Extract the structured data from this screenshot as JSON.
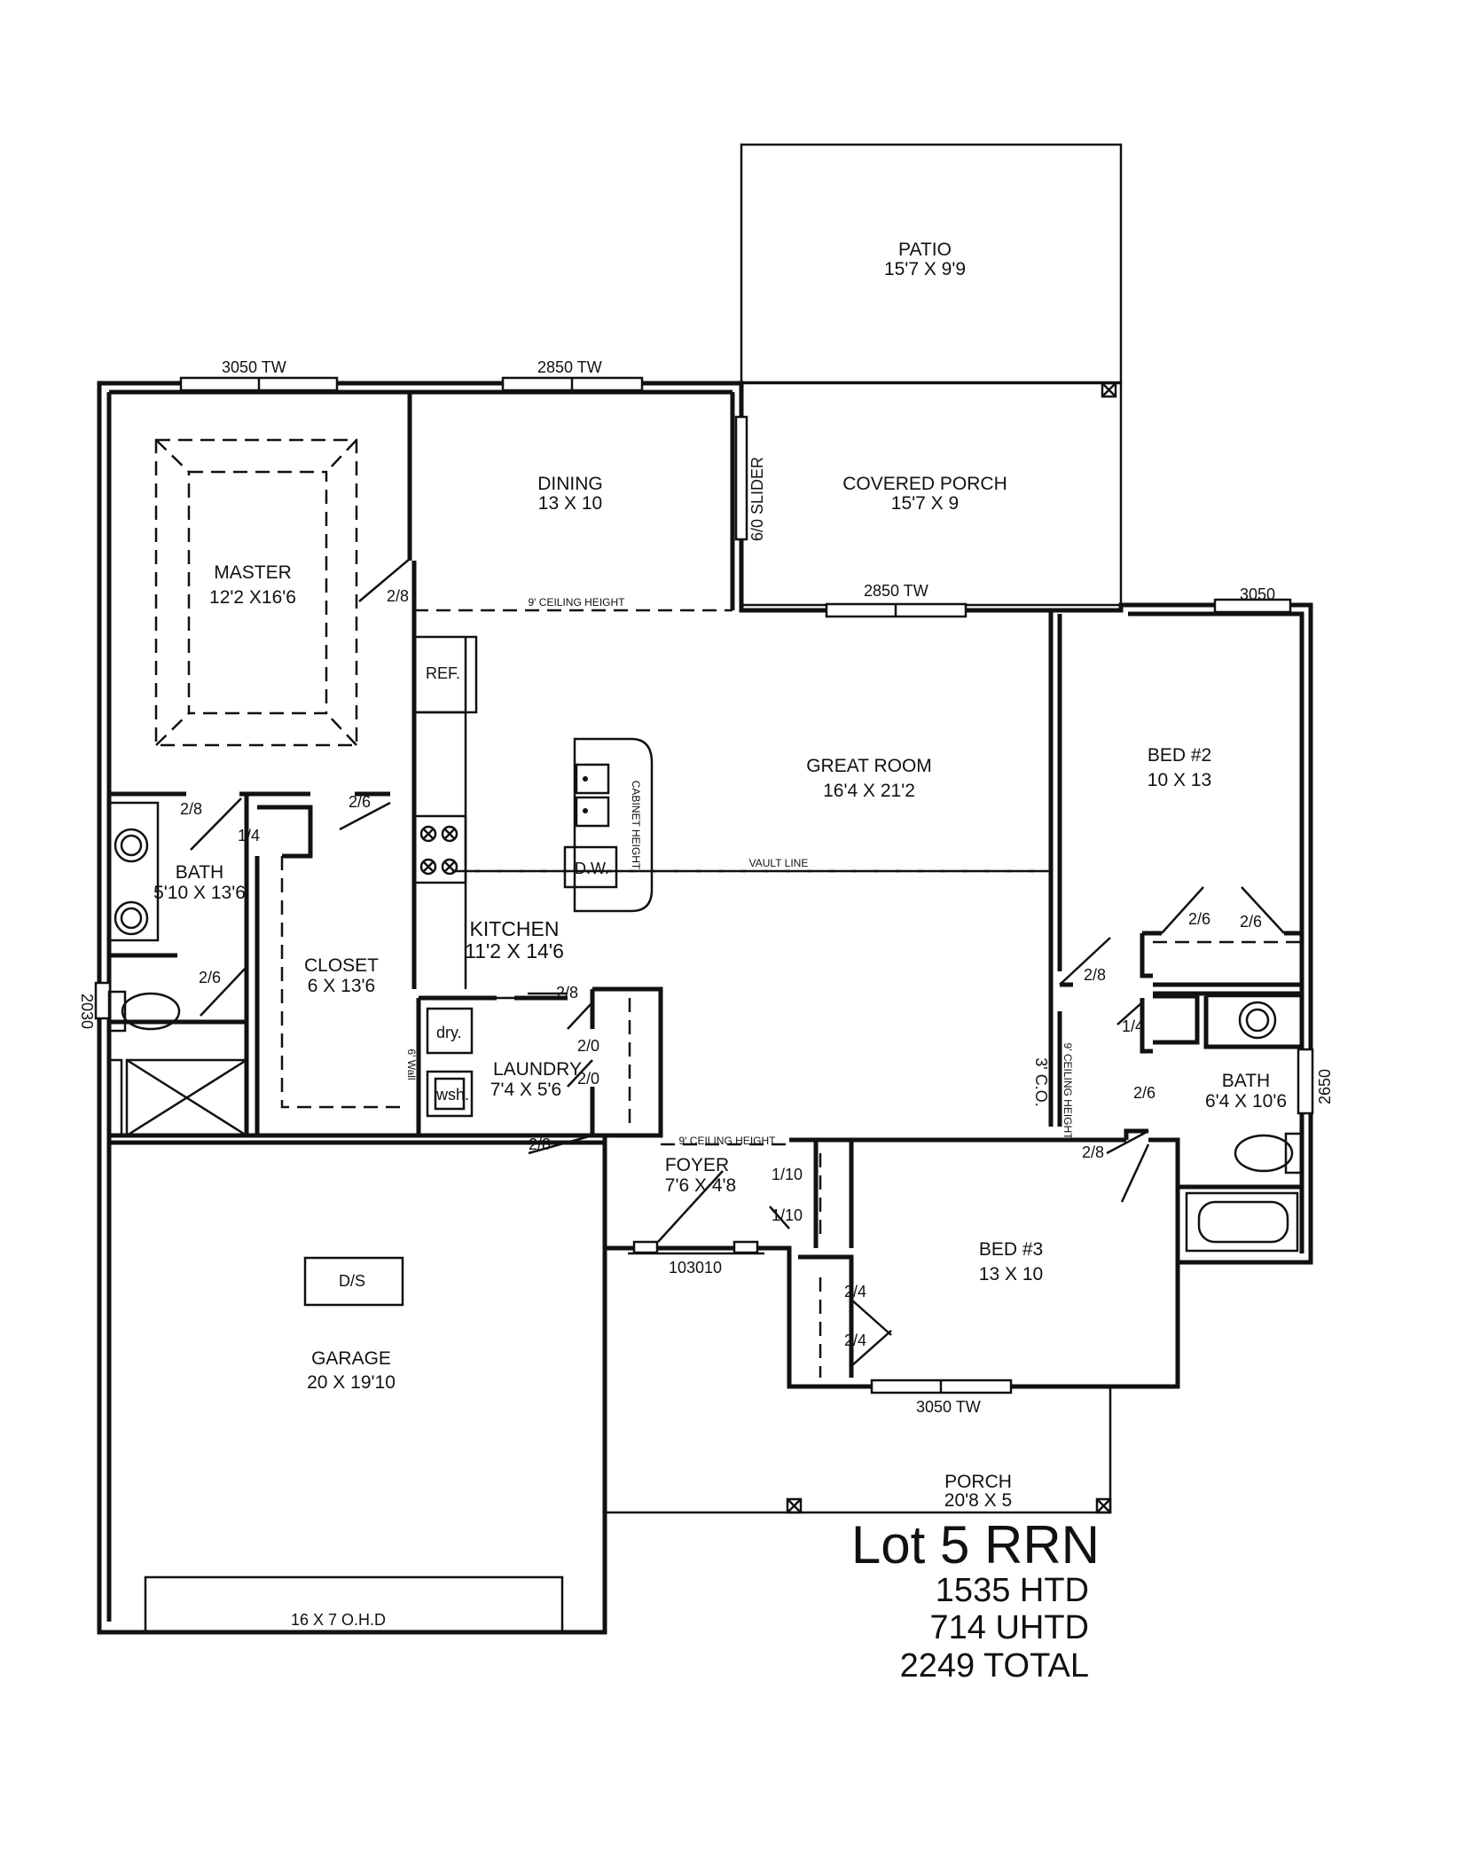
{
  "rooms": {
    "patio": {
      "name": "PATIO",
      "size": "15'7 X 9'9"
    },
    "covered_porch": {
      "name": "COVERED PORCH",
      "size": "15'7 X 9"
    },
    "dining": {
      "name": "DINING",
      "size": "13 X 10"
    },
    "master": {
      "name": "MASTER",
      "size": "12'2 X16'6"
    },
    "great_room": {
      "name": "GREAT ROOM",
      "size": "16'4 X 21'2"
    },
    "bed2": {
      "name": "BED #2",
      "size": "10 X 13"
    },
    "bath_master": {
      "name": "BATH",
      "size": "5'10 X 13'6"
    },
    "closet": {
      "name": "CLOSET",
      "size": "6 X 13'6"
    },
    "kitchen": {
      "name": "KITCHEN",
      "size": "11'2 X 14'6"
    },
    "laundry": {
      "name": "LAUNDRY",
      "size": "7'4 X 5'6"
    },
    "bath2": {
      "name": "BATH",
      "size": "6'4 X 10'6"
    },
    "foyer": {
      "name": "FOYER",
      "size": "7'6 X 4'8"
    },
    "bed3": {
      "name": "BED #3",
      "size": "13 X 10"
    },
    "garage": {
      "name": "GARAGE",
      "size": "20 X 19'10"
    },
    "porch": {
      "name": "PORCH",
      "size": "20'8 X 5"
    }
  },
  "windows": {
    "master_top": "3050 TW",
    "dining_top": "2850 TW",
    "great_room_top": "2850 TW",
    "bed2_top": "3050",
    "bath2_right": "2650",
    "bath_master_left": "2030",
    "foyer_bottom": "103010",
    "bed3_bottom": "3050 TW",
    "slider": "6/0 SLIDER"
  },
  "doors": {
    "master": "2/8",
    "bath_master": "2/8",
    "closet": "2/6",
    "bath_small": "1/4",
    "toilet": "2/6",
    "kitchen": "2/8",
    "laundry_a": "2/0",
    "laundry_b": "2/0",
    "garage": "2/8",
    "foyer_a": "1/10",
    "foyer_b": "1/10",
    "bed2": "2/8",
    "bed2_closet_a": "2/6",
    "bed2_closet_b": "2/6",
    "bath2_small": "1/4",
    "bath2": "2/6",
    "bed3": "2/8",
    "bed3_closet_a": "2/4",
    "bed3_closet_b": "2/4"
  },
  "annotations": {
    "ceiling_dining": "9' CEILING HEIGHT",
    "ceiling_foyer": "9' CEILING HEIGHT",
    "ceiling_hall": "9' CEILING HEIGHT",
    "co": "3' C.O.",
    "vault": "VAULT LINE",
    "cabinet": "CABINET HEIGHT",
    "wall": "6' Wall",
    "ref": "REF.",
    "dw": "D.W.",
    "dry": "dry.",
    "wsh": "wsh.",
    "ds": "D/S",
    "ohd": "16 X 7 O.H.D"
  },
  "summary": {
    "lot": "Lot 5 RRN",
    "htd": "1535 HTD",
    "uhtd": "714 UHTD",
    "total": "2249 TOTAL"
  }
}
